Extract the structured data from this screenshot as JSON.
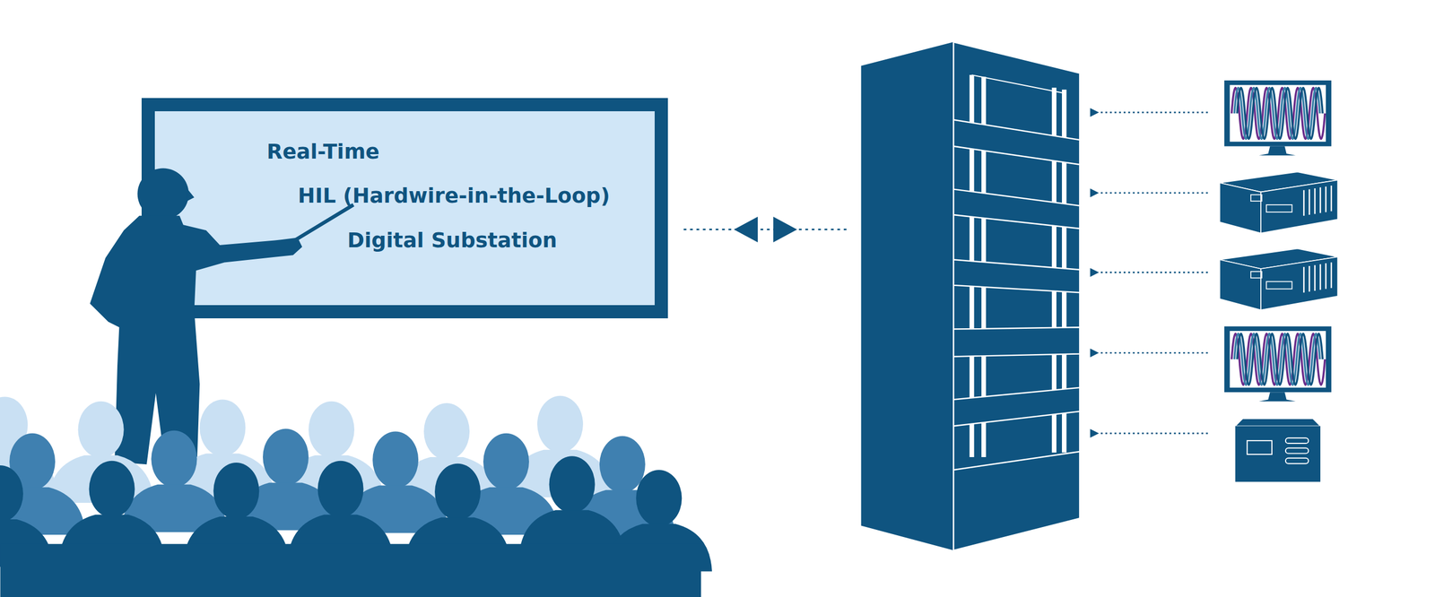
{
  "diagram": {
    "nodes": [
      {
        "text": [
          "Real-Time",
          "HIL (Hardwire-in-the-Loop)",
          "Digital Substation"
        ]
      }
    ]
  }
}
